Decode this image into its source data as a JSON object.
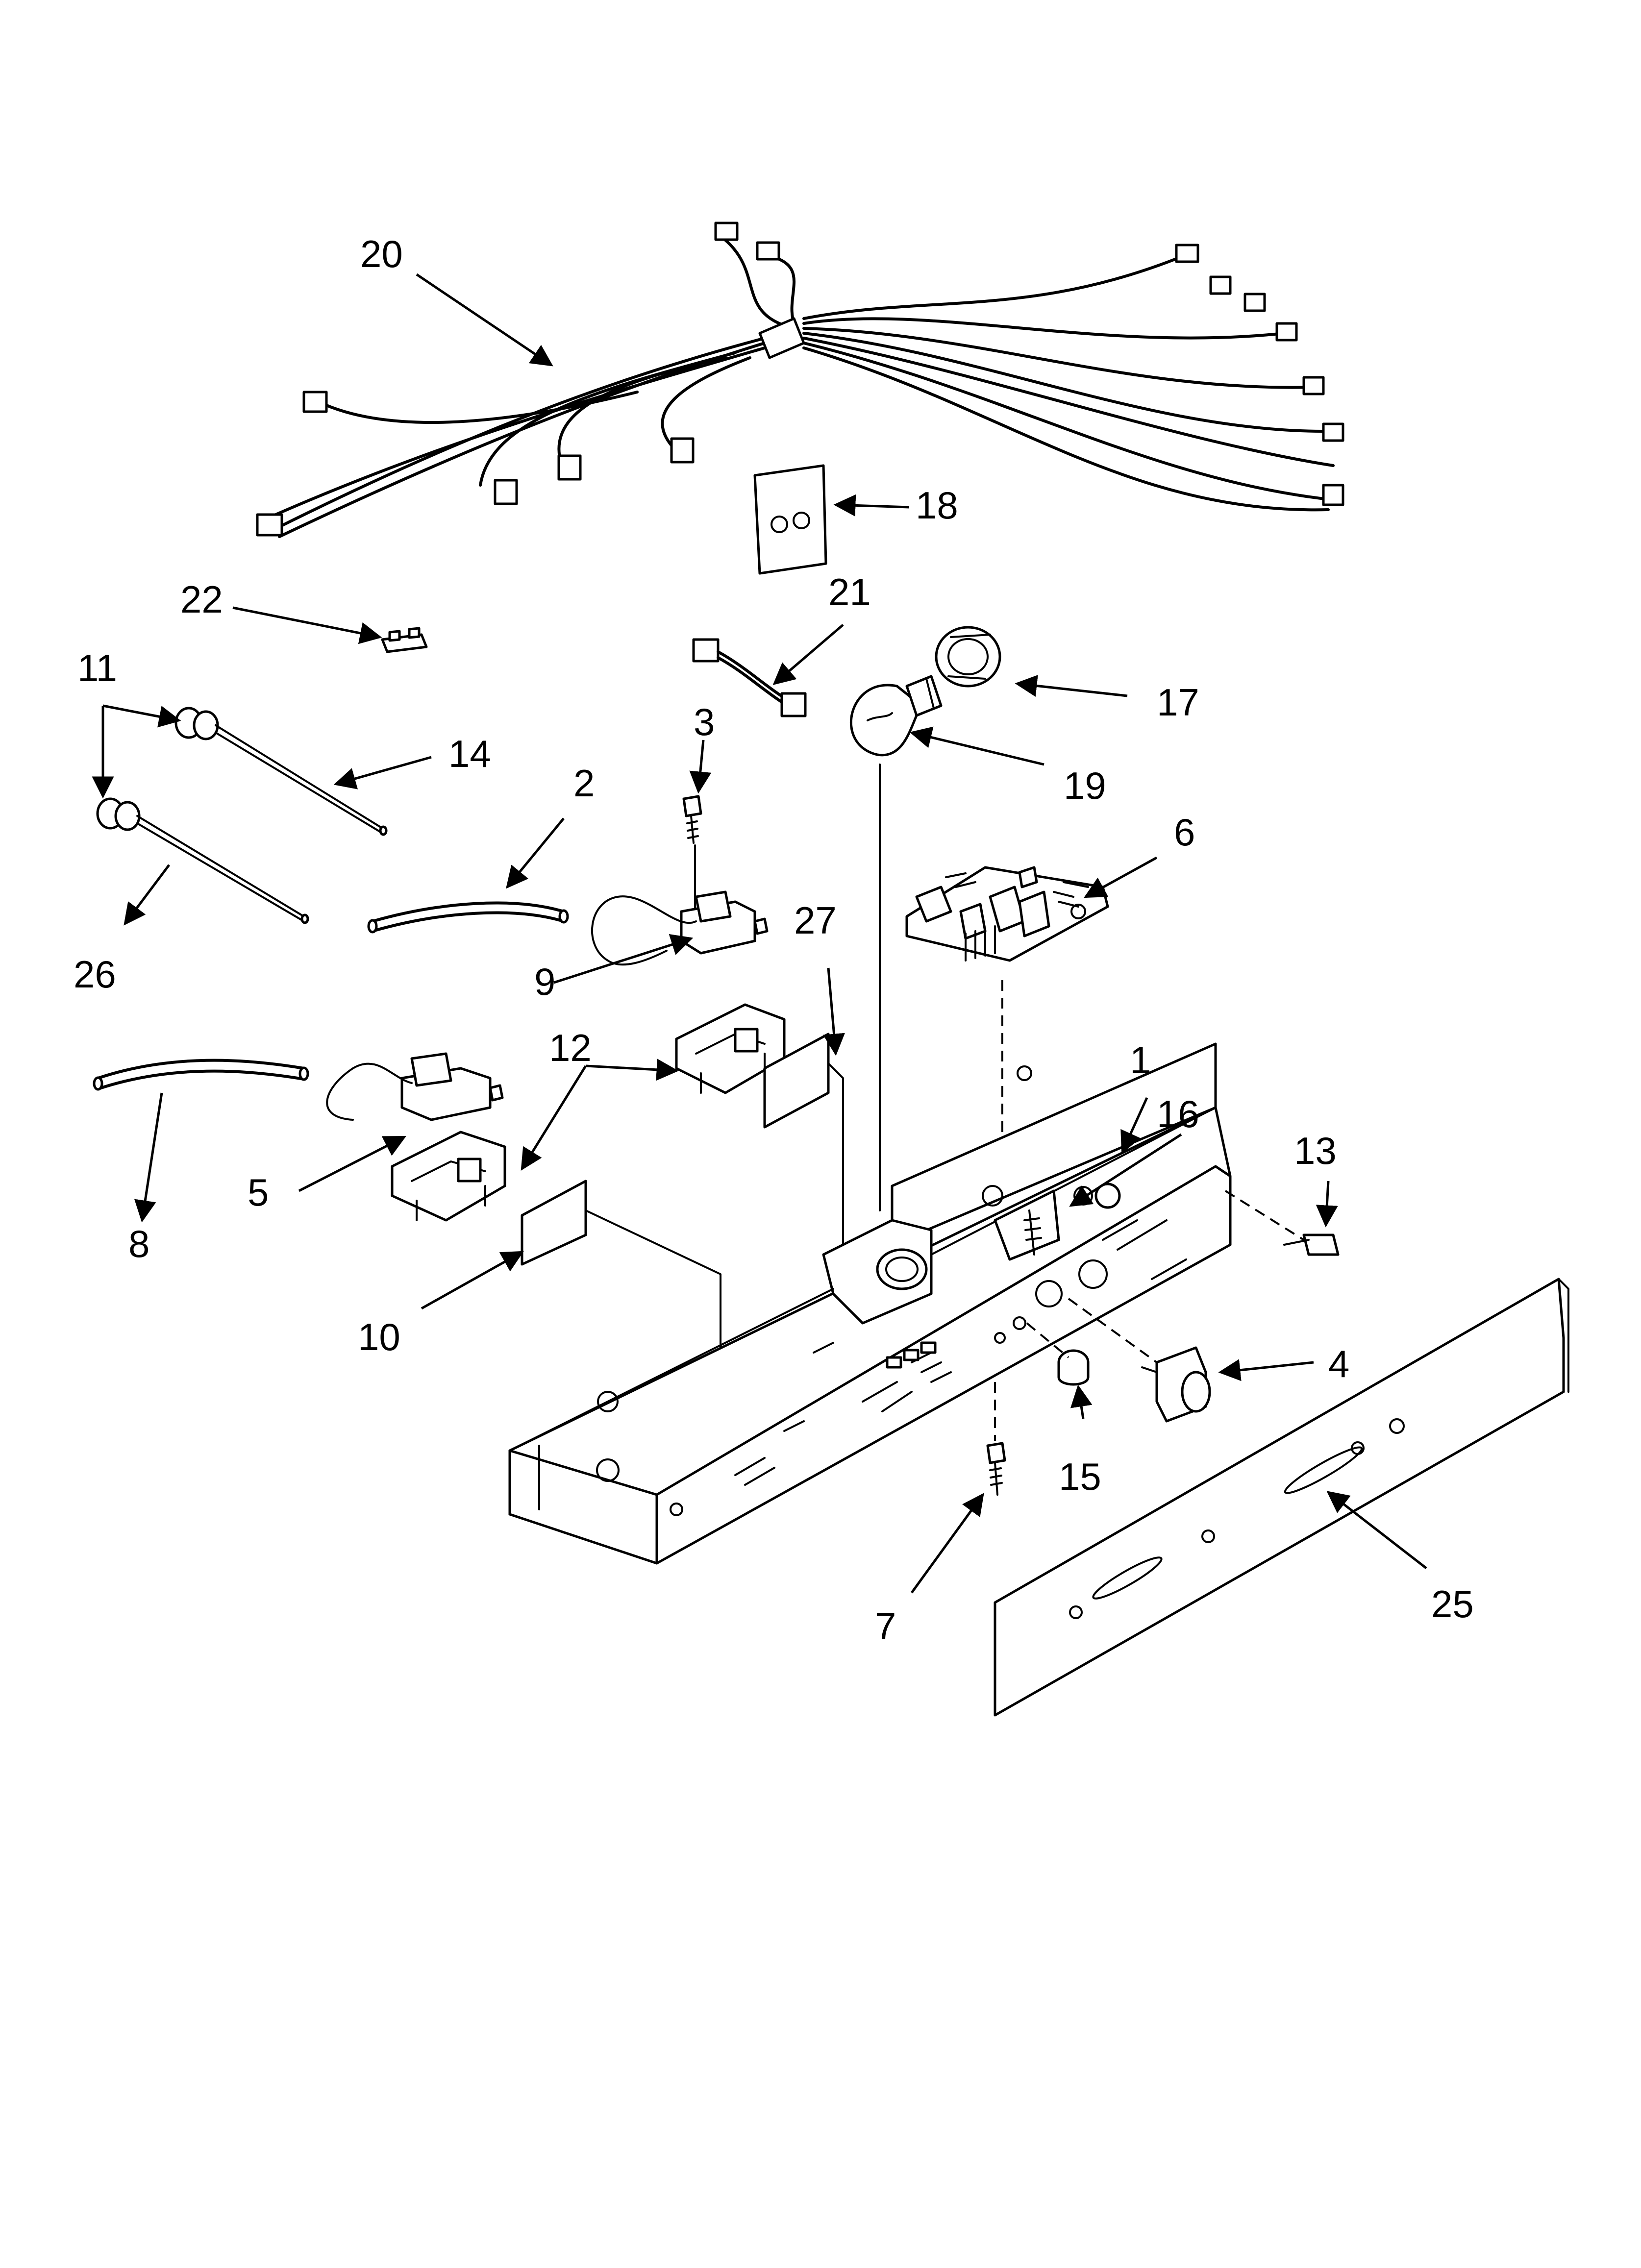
{
  "callouts": {
    "c1": "1",
    "c2": "2",
    "c3": "3",
    "c4": "4",
    "c5": "5",
    "c6": "6",
    "c7": "7",
    "c8": "8",
    "c9": "9",
    "c10": "10",
    "c11": "11",
    "c12": "12",
    "c13": "13",
    "c14": "14",
    "c15": "15",
    "c16": "16",
    "c17": "17",
    "c18": "18",
    "c19": "19",
    "c20": "20",
    "c21": "21",
    "c22": "22",
    "c25": "25",
    "c26": "26",
    "c27": "27"
  }
}
